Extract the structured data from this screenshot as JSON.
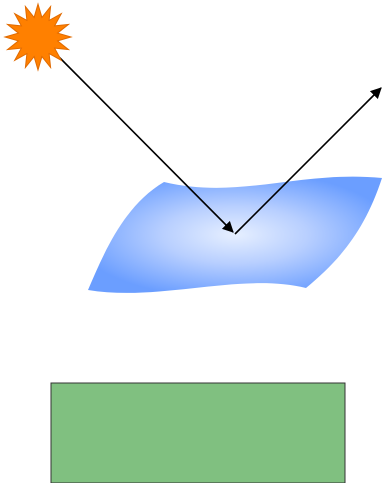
{
  "diagram": {
    "type": "light-reflection",
    "elements": [
      {
        "name": "sun-icon",
        "kind": "light-source"
      },
      {
        "name": "reflective-surface",
        "kind": "curved-surface"
      },
      {
        "name": "incident-ray",
        "kind": "arrow"
      },
      {
        "name": "reflected-ray",
        "kind": "arrow"
      },
      {
        "name": "green-panel",
        "kind": "rectangle"
      }
    ]
  },
  "colors": {
    "background": "#ffffff",
    "sun_fill": "#ff8000",
    "sun_stroke": "#e06a00",
    "surface_center": "#e6efff",
    "surface_edge": "#6b9eff",
    "ray_stroke": "#000000",
    "panel_fill": "#80c080",
    "panel_stroke": "#333333"
  }
}
